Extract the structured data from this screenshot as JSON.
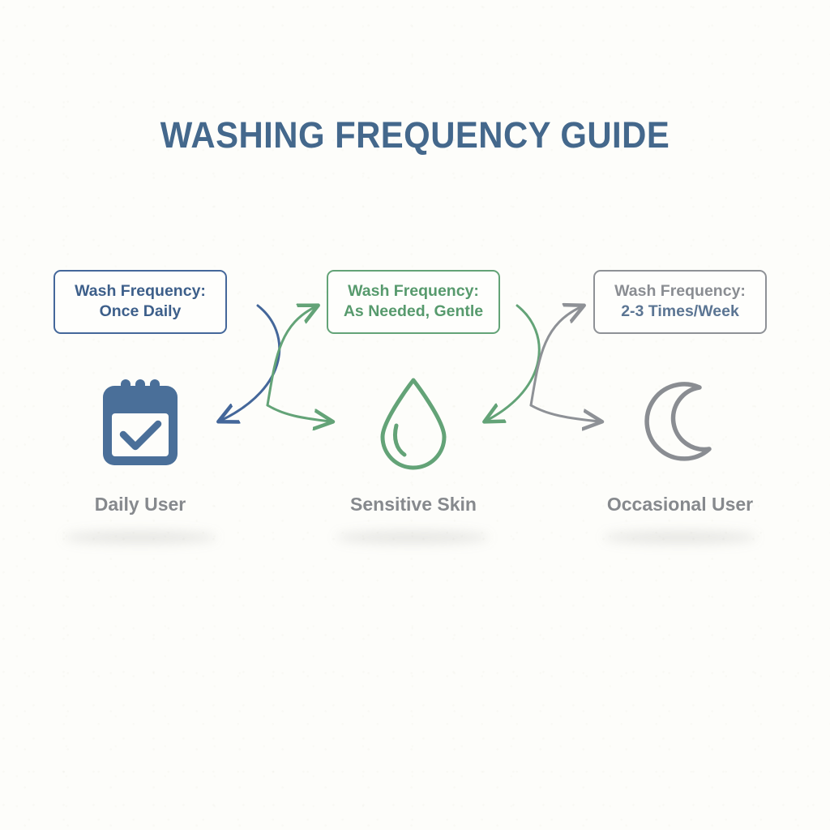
{
  "page": {
    "title": "WASHING FREQUENCY GUIDE",
    "background_color": "#fdfdfa"
  },
  "colors": {
    "title": "#44688c",
    "blue": "#44679a",
    "green": "#63a377",
    "gray": "#8e9196",
    "slate_text": "#5b7593",
    "label_gray": "#86898d"
  },
  "columns": [
    {
      "card": {
        "line_1": "Wash Frequency:",
        "line_2": "Once Daily",
        "border_color": "#44679a",
        "text_color": "#3d5f8a"
      },
      "icon": "calendar-check-icon",
      "icon_color": "#4a6f99",
      "label": "Daily User"
    },
    {
      "card": {
        "line_1": "Wash Frequency:",
        "line_2": "As Needed, Gentle",
        "border_color": "#63a377",
        "text_color": "#579a6d"
      },
      "icon": "water-droplet-icon",
      "icon_color": "#63a377",
      "label": "Sensitive Skin"
    },
    {
      "card": {
        "line_1": "Wash Frequency:",
        "line_2": "2-3 Times/Week",
        "border_color": "#8e9196",
        "text_color": "#8a8d92",
        "text_color_line_2": "#5b7593"
      },
      "icon": "crescent-moon-icon",
      "icon_color": "#8a8d92",
      "label": "Occasional User"
    }
  ],
  "connectors": [
    {
      "name": "blue-curve-card1-to-icon1",
      "color": "#44679a",
      "direction": "left"
    },
    {
      "name": "green-curve-icon1-to-card2",
      "color": "#63a377",
      "direction": "up-right"
    },
    {
      "name": "green-curve-card2-to-icon2",
      "color": "#63a377",
      "direction": "down-right"
    },
    {
      "name": "green-curve-card2-to-icon2-left",
      "color": "#63a377",
      "direction": "left"
    },
    {
      "name": "gray-curve-icon2-to-card3",
      "color": "#8e9196",
      "direction": "up-right"
    },
    {
      "name": "gray-curve-card3-to-icon3",
      "color": "#8e9196",
      "direction": "down-right"
    }
  ]
}
